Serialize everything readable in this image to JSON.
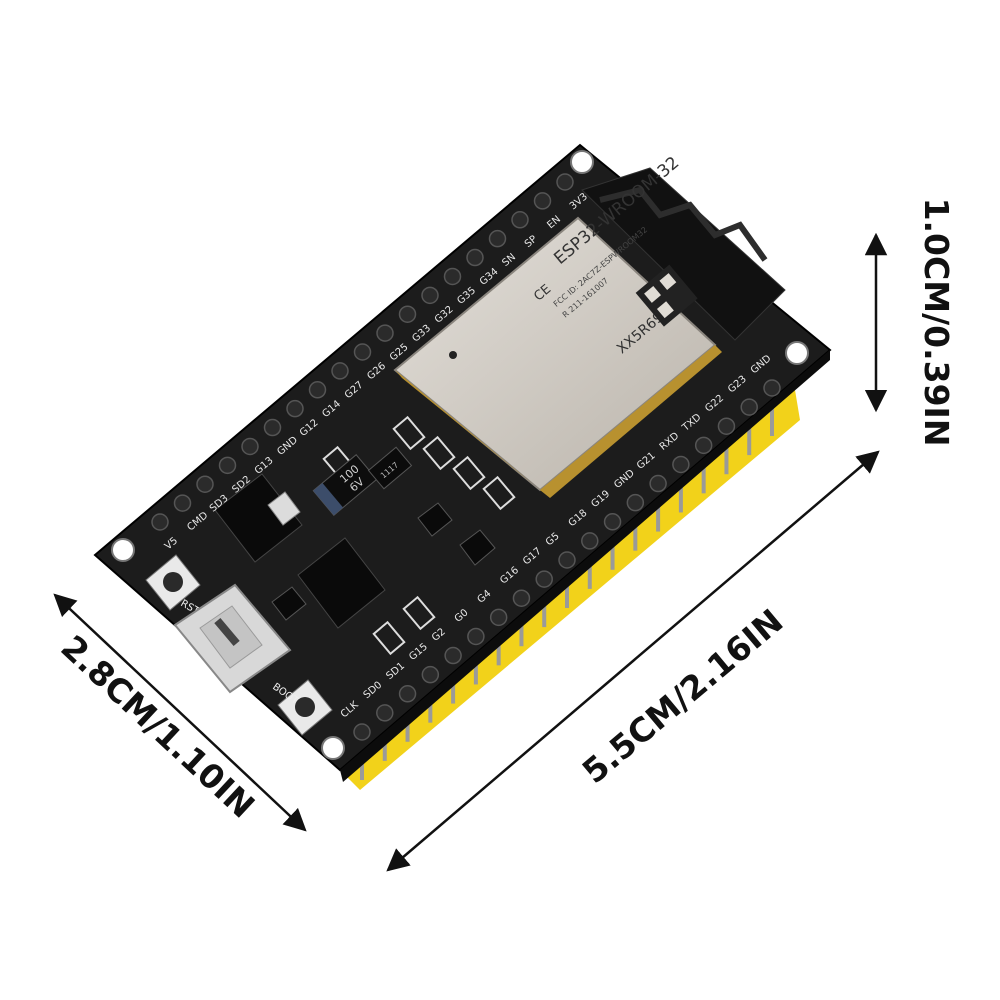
{
  "dimensions": {
    "width_label": "2.8CM/1.10IN",
    "length_label": "5.5CM/2.16IN",
    "height_label": "1.0CM/0.39IN"
  },
  "module": {
    "name": "ESP32-WROOM-32",
    "code": "XX5R69",
    "marks": [
      "FCC ID: 2AC7Z-ESPWROOM32",
      "R 211-161007",
      "CE"
    ]
  },
  "board": {
    "top_pins": [
      "V5",
      "CMD",
      "SD3",
      "SD2",
      "G13",
      "GND",
      "G12",
      "G14",
      "G27",
      "G26",
      "G25",
      "G33",
      "G32",
      "G35",
      "G34",
      "SN",
      "SP",
      "EN",
      "3V3"
    ],
    "bottom_pins": [
      "CLK",
      "SD0",
      "SD1",
      "G15",
      "G2",
      "G0",
      "G4",
      "G16",
      "G17",
      "G5",
      "G18",
      "G19",
      "GND",
      "G21",
      "RXD",
      "TXD",
      "G22",
      "G23",
      "GND"
    ],
    "buttons": {
      "rst": "RST",
      "boot": "BOOT"
    },
    "capacitor_text": [
      "100",
      "6V"
    ],
    "regulator_text": "1117"
  },
  "colors": {
    "pcb": "#1a1a1a",
    "header": "#f2d21a",
    "shield": "#cfcac2",
    "pin": "#2b2b2b"
  }
}
